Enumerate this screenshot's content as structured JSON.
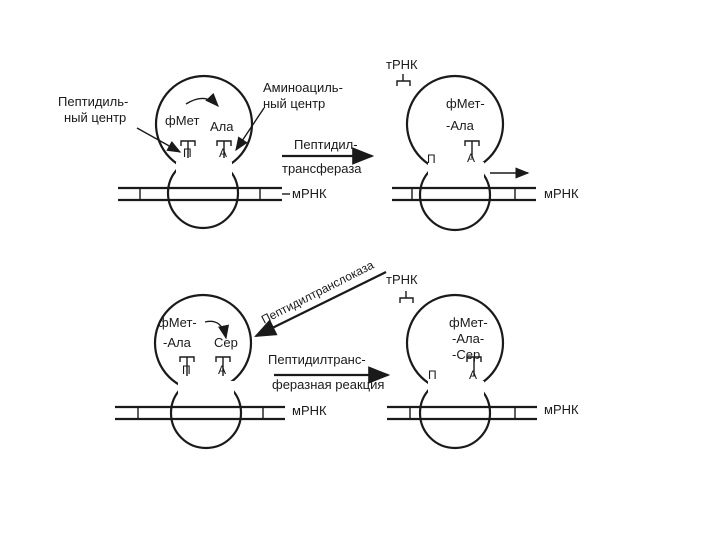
{
  "panel1": {
    "peptidyl_center_line1": "Пептидиль-",
    "peptidyl_center_line2": "ный центр",
    "aminoacyl_center_line1": "Аминоациль-",
    "aminoacyl_center_line2": "ный центр",
    "p_site_label": "фМет",
    "a_site_label": "Ала",
    "site_p": "П",
    "site_a": "А",
    "mrna": "мРНК"
  },
  "arrow1": {
    "line1": "Пептидил-",
    "line2": "трансфераза"
  },
  "panel2": {
    "trna": "тРНК",
    "chain_line1": "фМет-",
    "chain_line2": "-Ала",
    "site_p": "П",
    "site_a": "А",
    "mrna": "мРНК"
  },
  "arrow2": {
    "label": "Пептидилтранслоказа"
  },
  "panel3": {
    "chain_line1": "фМет-",
    "chain_line2": "-Ала",
    "a_site_label": "Сер",
    "site_p": "П",
    "site_a": "А",
    "mrna": "мРНК"
  },
  "arrow3": {
    "line1": "Пептидилтранс-",
    "line2": "феразная реакция"
  },
  "panel4": {
    "trna": "тРНК",
    "chain_line1": "фМет-",
    "chain_line2": "-Ала-",
    "chain_line3": "-Сер",
    "site_p": "П",
    "site_a": "А",
    "mrna": "мРНК"
  }
}
